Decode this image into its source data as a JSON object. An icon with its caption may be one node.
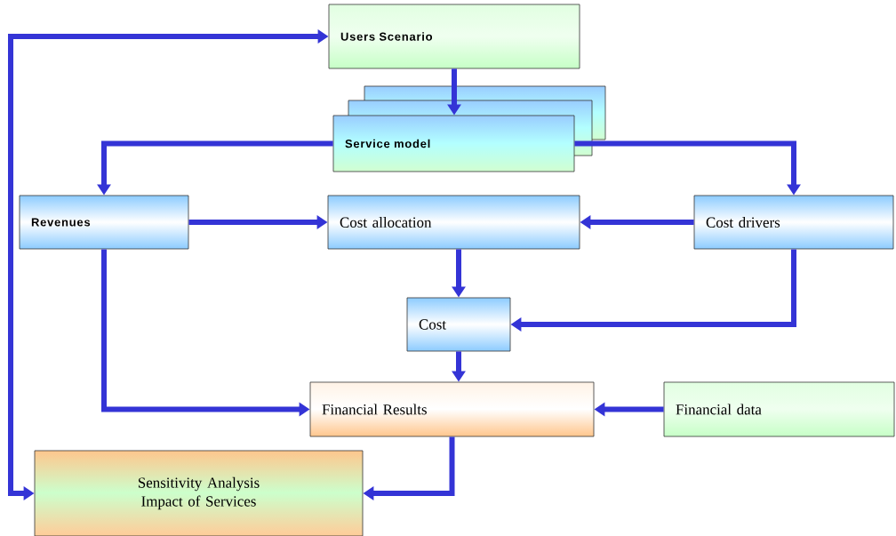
{
  "diagram": {
    "nodes": [
      {
        "text": [
          "Users Scenario"
        ]
      },
      {
        "text": [
          "Service model"
        ]
      },
      {
        "text": [
          "Revenues"
        ]
      },
      {
        "text": [
          "Cost allocation"
        ]
      },
      {
        "text": [
          "Cost drivers"
        ]
      },
      {
        "text": [
          "Cost"
        ]
      },
      {
        "text": [
          "Financial Results"
        ]
      },
      {
        "text": [
          "Financial data"
        ]
      },
      {
        "text": [
          "Sensitivity Analysis Impact of Services"
        ]
      }
    ],
    "edges": [
      {
        "from": 0,
        "to": 1,
        "arrow": "to"
      },
      {
        "from": 1,
        "to": 2,
        "arrow": "to"
      },
      {
        "from": 1,
        "to": 4,
        "arrow": "to"
      },
      {
        "from": 2,
        "to": 3,
        "arrow": "to"
      },
      {
        "from": 4,
        "to": 3,
        "arrow": "to"
      },
      {
        "from": 3,
        "to": 5,
        "arrow": "to"
      },
      {
        "from": 4,
        "to": 5,
        "arrow": "to"
      },
      {
        "from": 2,
        "to": 6,
        "arrow": "to"
      },
      {
        "from": 5,
        "to": 6,
        "arrow": "to"
      },
      {
        "from": 7,
        "to": 6,
        "arrow": "to"
      },
      {
        "from": 6,
        "to": 8,
        "arrow": "to"
      },
      {
        "from": 8,
        "to": 0,
        "arrow": "both"
      }
    ]
  }
}
